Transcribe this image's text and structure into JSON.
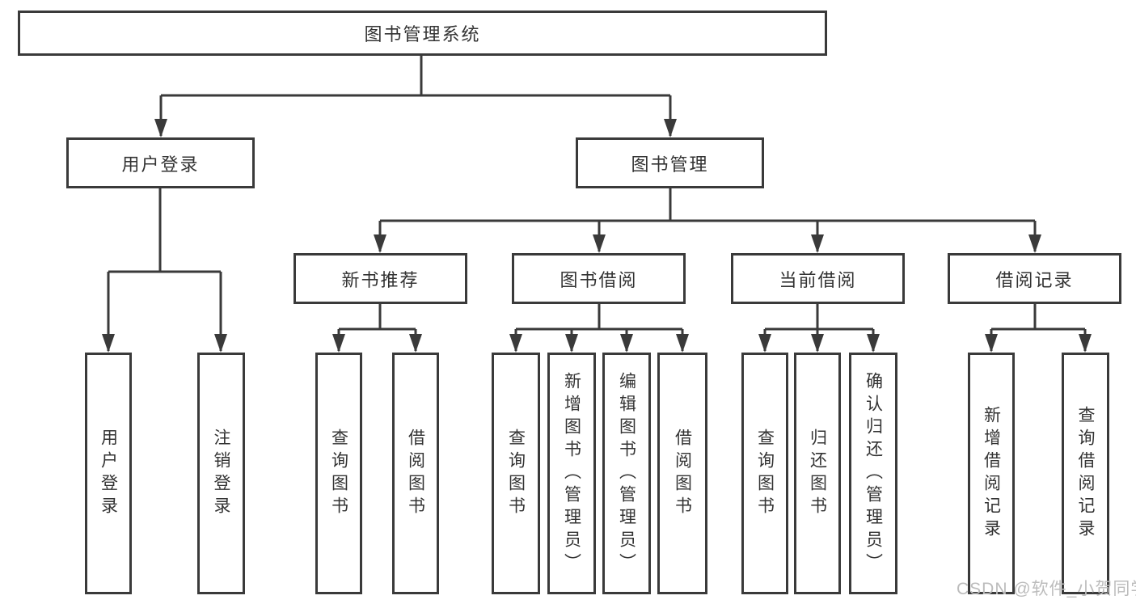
{
  "colors": {
    "line": "#3a3a3a",
    "box_bg": "#ffffff",
    "text": "#333333",
    "watermark": "#bcbcbc",
    "page_bg": "#ffffff"
  },
  "watermark": "CSDN @软件_小贺同学",
  "tree": {
    "root": {
      "label": "图书管理系统",
      "children": [
        {
          "label": "用户登录",
          "children": [
            {
              "label": "用户登录"
            },
            {
              "label": "注销登录"
            }
          ]
        },
        {
          "label": "图书管理",
          "children": [
            {
              "label": "新书推荐",
              "children": [
                {
                  "label": "查询图书"
                },
                {
                  "label": "借阅图书"
                }
              ]
            },
            {
              "label": "图书借阅",
              "children": [
                {
                  "label": "查询图书"
                },
                {
                  "label": "新增图书（管理员）"
                },
                {
                  "label": "编辑图书（管理员）"
                },
                {
                  "label": "借阅图书"
                }
              ]
            },
            {
              "label": "当前借阅",
              "children": [
                {
                  "label": "查询图书"
                },
                {
                  "label": "归还图书"
                },
                {
                  "label": "确认归还（管理员）"
                }
              ]
            },
            {
              "label": "借阅记录",
              "children": [
                {
                  "label": "新增借阅记录"
                },
                {
                  "label": "查询借阅记录"
                }
              ]
            }
          ]
        }
      ]
    }
  }
}
